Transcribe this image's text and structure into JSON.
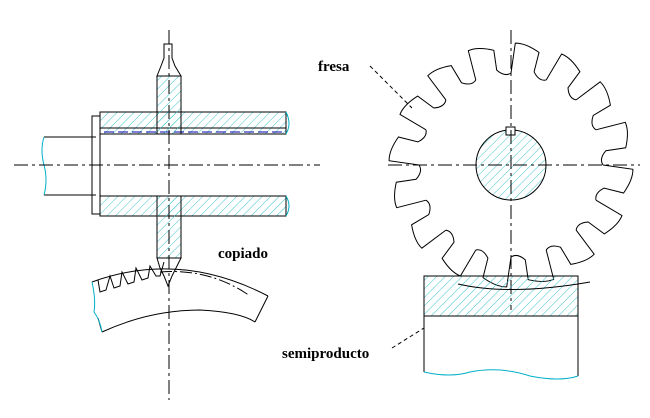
{
  "labels": {
    "fresa": "fresa",
    "copiado": "copiado",
    "semiproducto": "semiproducto"
  },
  "colors": {
    "outline": "#000000",
    "hatch": "#40c4cc",
    "break_line": "#00b0c8",
    "dash_line": "#0000aa",
    "background": "#ffffff"
  }
}
